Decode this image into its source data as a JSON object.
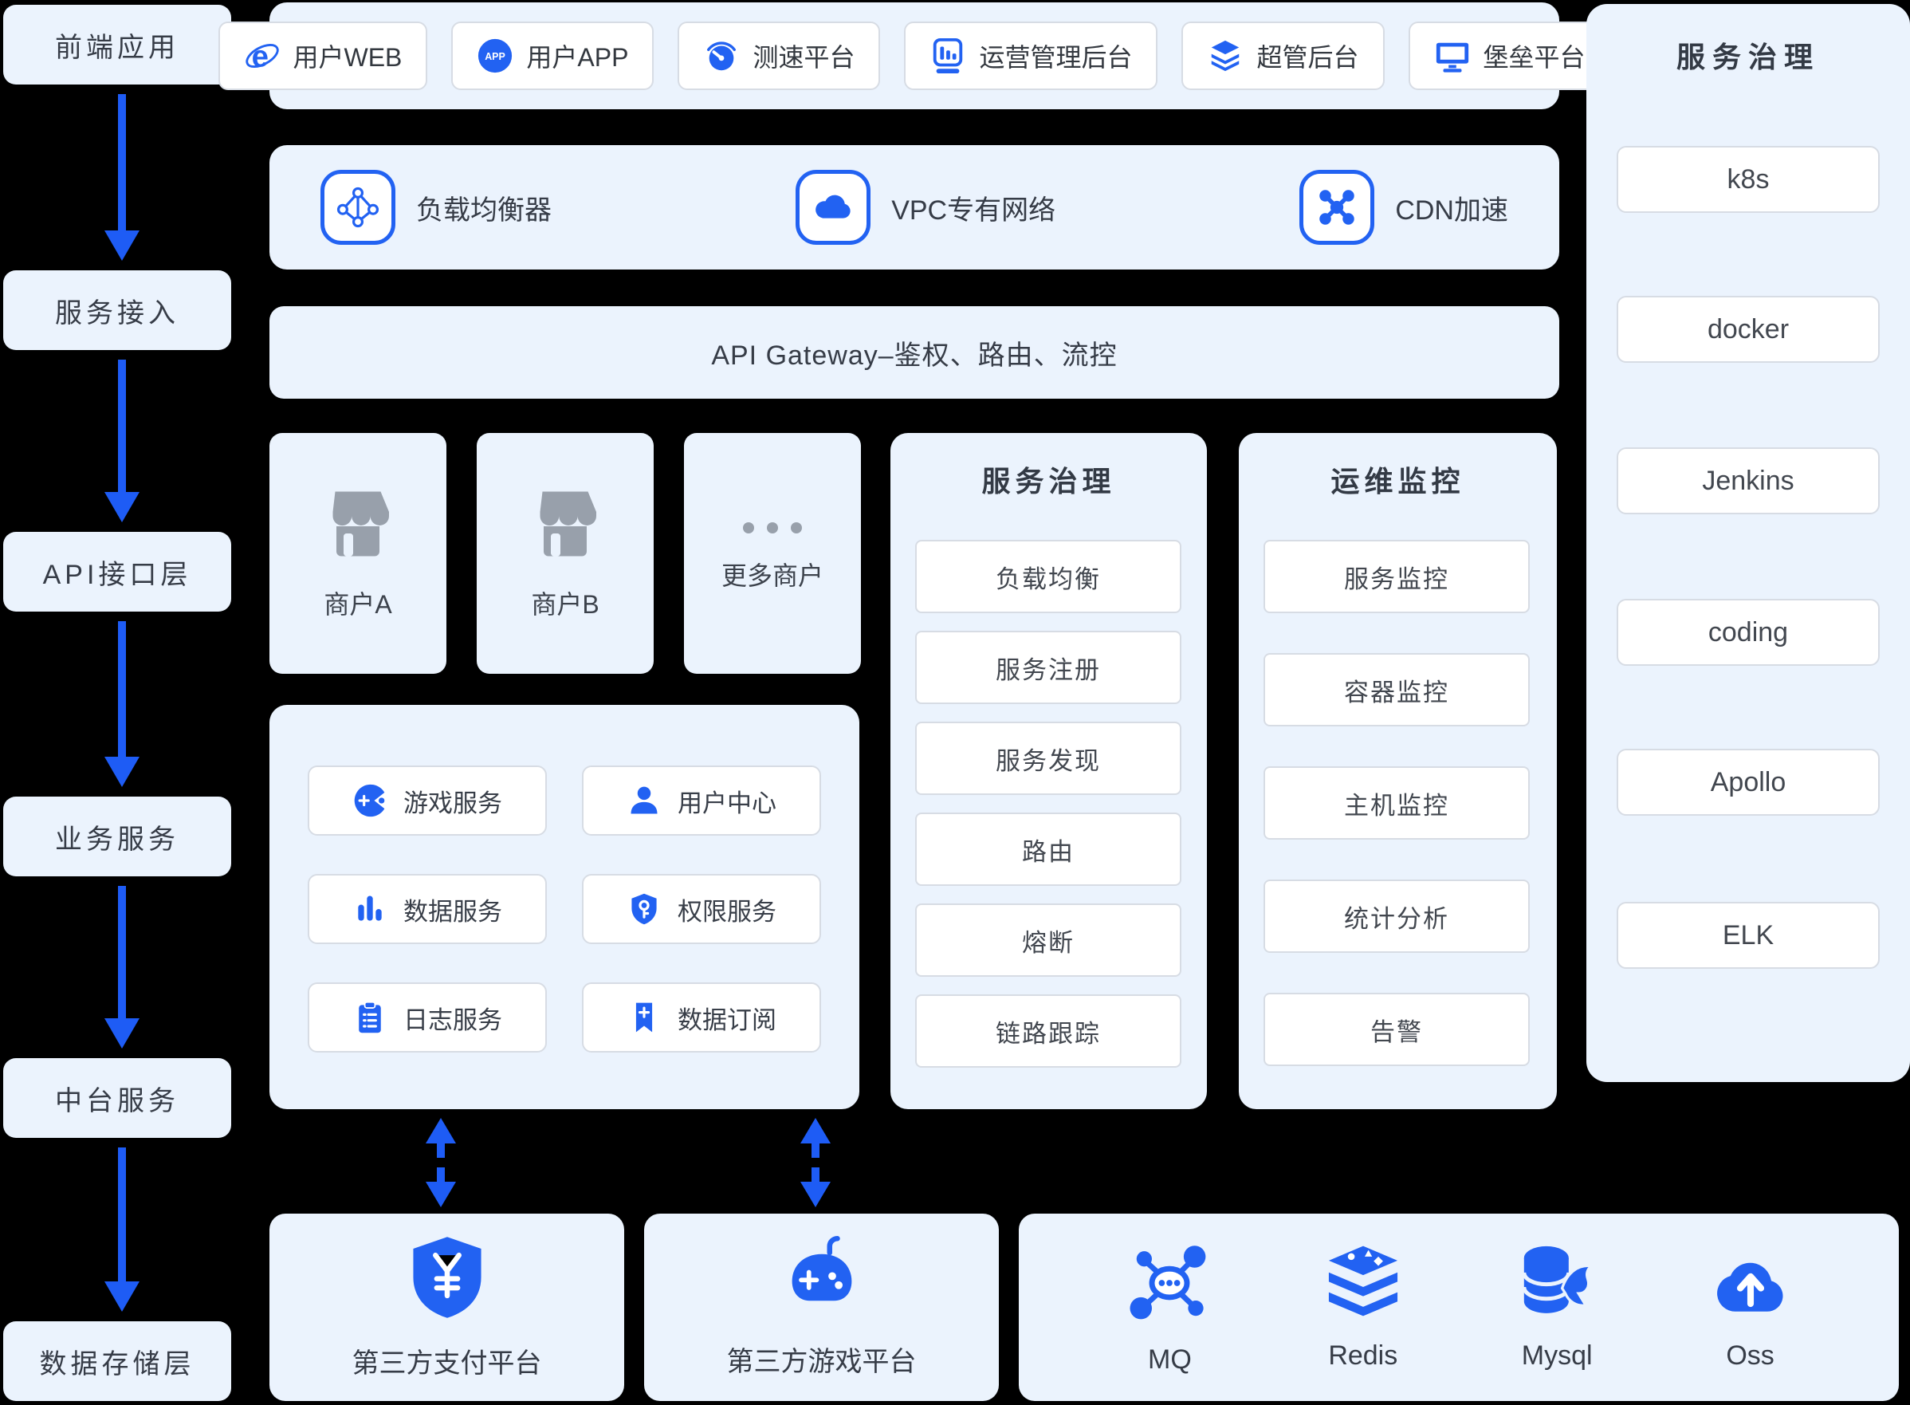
{
  "colors": {
    "accent": "#2262f2",
    "arrow": "#1e5cf5",
    "panel_bg": "#ebf3fd",
    "text_dark": "#363c47",
    "muted_gray": "#98a0ab"
  },
  "left_flow": {
    "items": [
      "前端应用",
      "服务接入",
      "API接口层",
      "业务服务",
      "中台服务",
      "数据存储层"
    ]
  },
  "top_apps": {
    "app_badge_text": "APP",
    "items": [
      {
        "label": "用户WEB",
        "icon": "ie-browser-icon"
      },
      {
        "label": "用户APP",
        "icon": "app-badge-icon"
      },
      {
        "label": "测速平台",
        "icon": "speedometer-icon"
      },
      {
        "label": "运营管理后台",
        "icon": "bar-chart-icon"
      },
      {
        "label": "超管后台",
        "icon": "layers-icon"
      },
      {
        "label": "堡垒平台",
        "icon": "monitor-icon"
      }
    ]
  },
  "access_row": {
    "items": [
      {
        "label": "负载均衡器",
        "icon": "load-balancer-icon"
      },
      {
        "label": "VPC专有网络",
        "icon": "vpc-cloud-icon"
      },
      {
        "label": "CDN加速",
        "icon": "cdn-icon"
      }
    ]
  },
  "api_gateway": {
    "label": "API Gateway–鉴权、路由、流控"
  },
  "merchants": {
    "items": [
      {
        "label": "商户A",
        "icon": "storefront-icon"
      },
      {
        "label": "商户B",
        "icon": "storefront-icon"
      },
      {
        "label": "更多商户",
        "icon": "ellipsis-icon"
      }
    ]
  },
  "business_panel": {
    "items": [
      {
        "label": "游戏服务",
        "icon": "game-service-icon"
      },
      {
        "label": "用户中心",
        "icon": "user-center-icon"
      },
      {
        "label": "数据服务",
        "icon": "data-bars-icon"
      },
      {
        "label": "权限服务",
        "icon": "shield-key-icon"
      },
      {
        "label": "日志服务",
        "icon": "log-clipboard-icon"
      },
      {
        "label": "数据订阅",
        "icon": "bookmark-plus-icon"
      }
    ]
  },
  "governance_panel": {
    "title": "服务治理",
    "items": [
      "负载均衡",
      "服务注册",
      "服务发现",
      "路由",
      "熔断",
      "链路跟踪"
    ]
  },
  "monitoring_panel": {
    "title": "运维监控",
    "items": [
      "服务监控",
      "容器监控",
      "主机监控",
      "统计分析",
      "告警"
    ]
  },
  "devops_panel": {
    "title": "服务治理",
    "items": [
      "k8s",
      "docker",
      "Jenkins",
      "coding",
      "Apollo",
      "ELK"
    ]
  },
  "third_party": {
    "payment": {
      "label": "第三方支付平台",
      "icon": "payment-shield-icon"
    },
    "game": {
      "label": "第三方游戏平台",
      "icon": "gamepad-icon"
    }
  },
  "data_platforms": {
    "items": [
      {
        "label": "MQ",
        "icon": "mq-icon"
      },
      {
        "label": "Redis",
        "icon": "redis-icon"
      },
      {
        "label": "Mysql",
        "icon": "mysql-icon"
      },
      {
        "label": "Oss",
        "icon": "oss-icon"
      }
    ]
  }
}
